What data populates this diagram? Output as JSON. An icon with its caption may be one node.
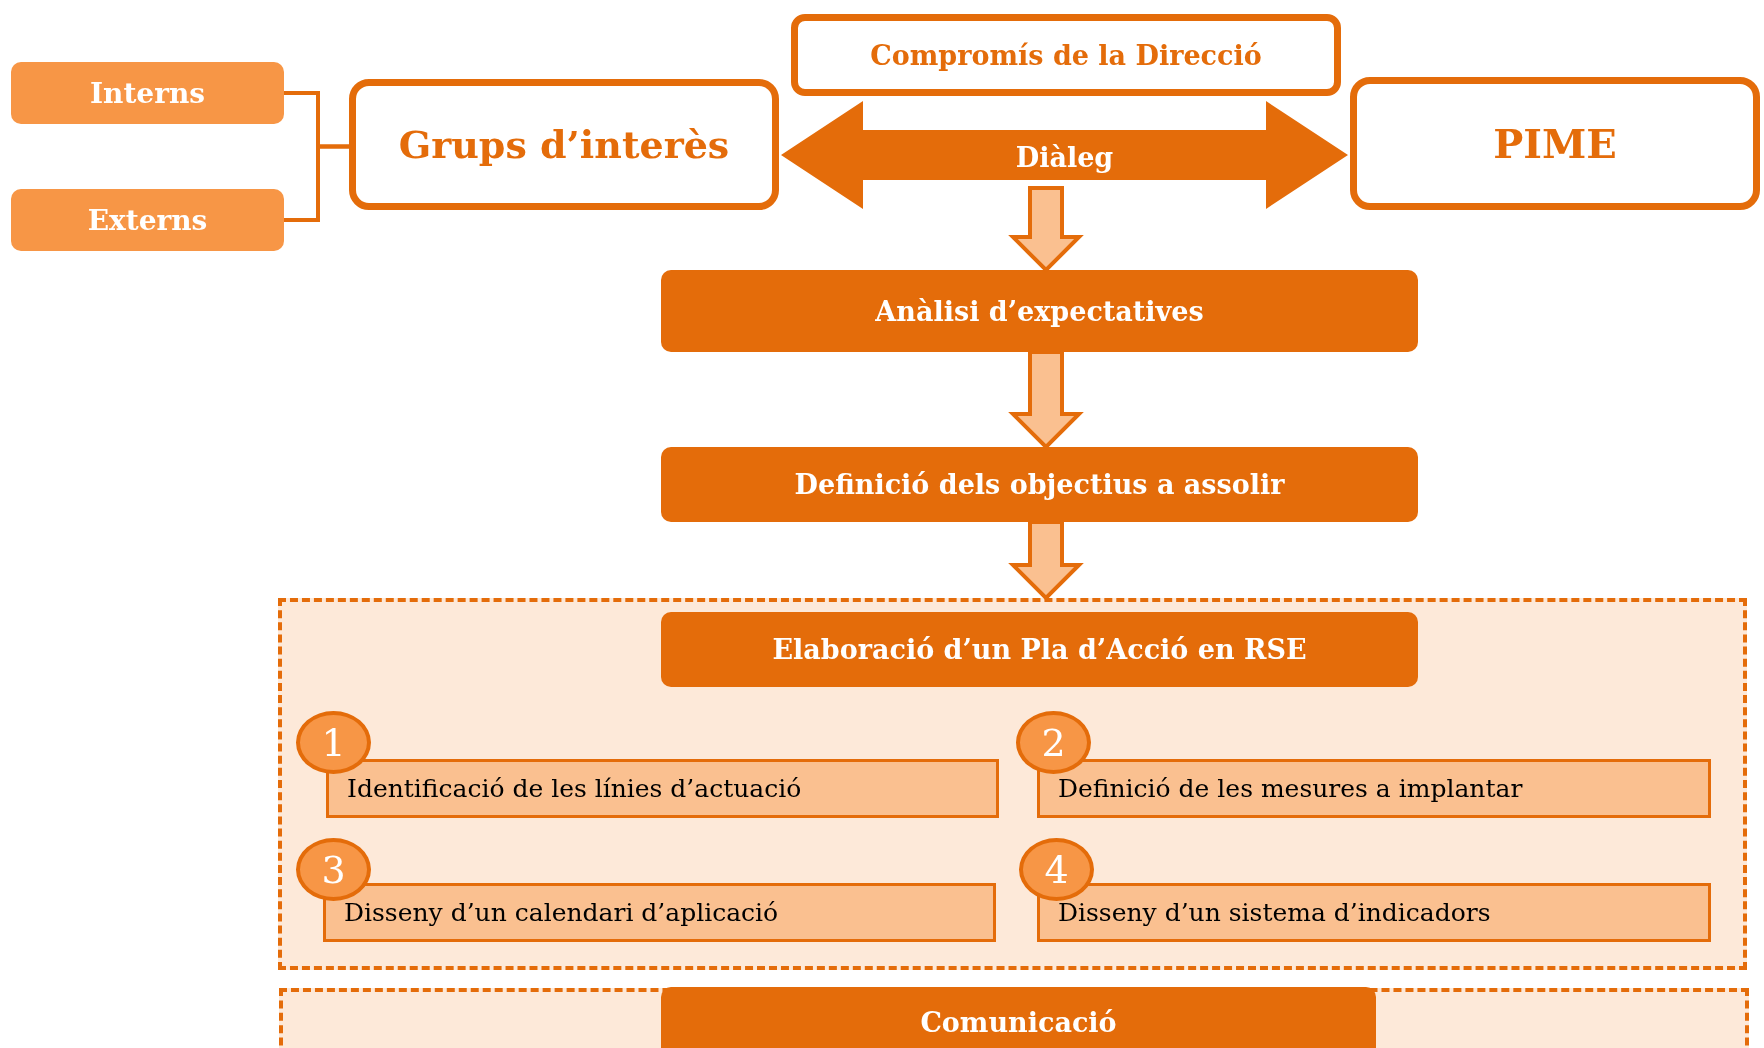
{
  "diagram": {
    "nodes": [
      {
        "text": [
          "Interns"
        ]
      },
      {
        "text": [
          "Externs"
        ]
      },
      {
        "text": [
          "Grups d’interès"
        ]
      },
      {
        "text": [
          "Compromís de la Direcció"
        ]
      },
      {
        "text": [
          "PIME"
        ]
      },
      {
        "text": [
          "Anàlisi d’expectatives"
        ]
      },
      {
        "text": [
          "Definició dels objectius a assolir"
        ]
      },
      {
        "text": [],
        "shape": "box"
      },
      {
        "text": [
          "Elaboració d’un Pla d’Acció en RSE"
        ],
        "in": 7
      },
      {
        "text": [
          "1"
        ],
        "in": 7
      },
      {
        "text": [
          "Identificació de les línies d’actuació"
        ],
        "in": 7
      },
      {
        "text": [
          "2"
        ],
        "in": 7
      },
      {
        "text": [
          "Definició de les mesures a implantar"
        ],
        "in": 7
      },
      {
        "text": [
          "3"
        ],
        "in": 7
      },
      {
        "text": [
          "Disseny d’un calendari d’aplicació"
        ],
        "in": 7
      },
      {
        "text": [
          "4"
        ],
        "in": 7
      },
      {
        "text": [
          "Disseny d’un sistema d’indicadors"
        ],
        "in": 7
      },
      {
        "text": [],
        "shape": "box"
      },
      {
        "text": [
          "Comunicació"
        ],
        "in": 17
      }
    ],
    "edges": [
      {
        "from": 0,
        "to": 2,
        "arrow": "none"
      },
      {
        "from": 1,
        "to": 2,
        "arrow": "none"
      },
      {
        "from": 2,
        "to": 4,
        "arrow": "both",
        "label": "Diàleg",
        "style": "thick"
      },
      {
        "from": null,
        "to": 5,
        "arrow": "to",
        "style": "thick"
      },
      {
        "from": 5,
        "to": 6,
        "arrow": "to",
        "style": "thick"
      },
      {
        "from": 6,
        "to": 7,
        "arrow": "to",
        "style": "thick"
      }
    ]
  }
}
